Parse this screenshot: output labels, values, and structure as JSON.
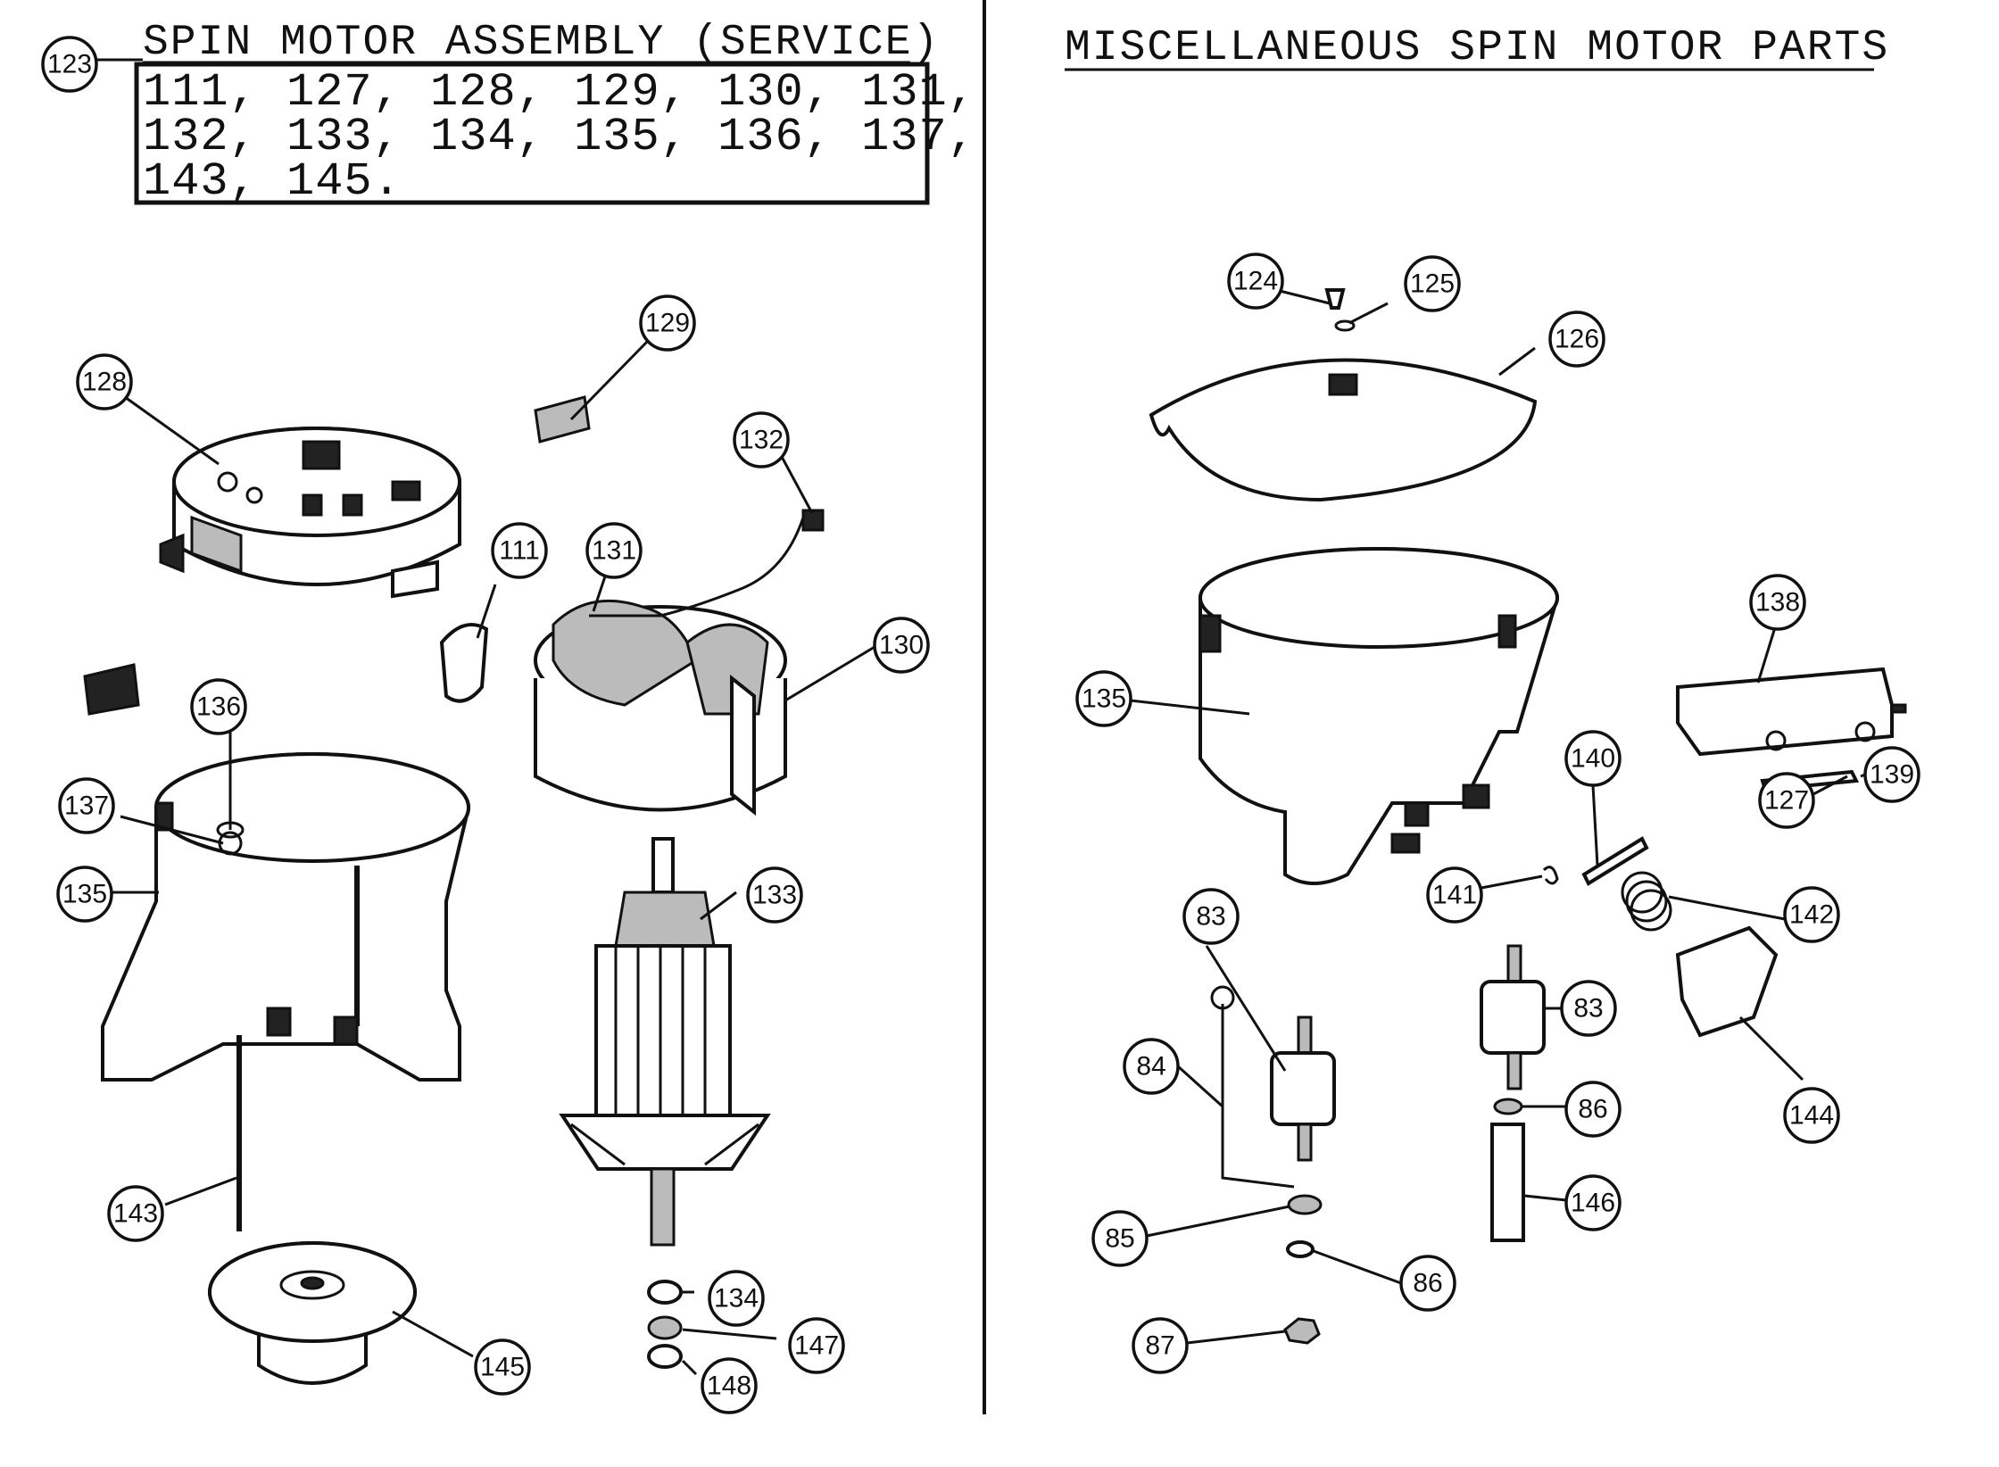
{
  "left_panel": {
    "assembly_number": "123",
    "title": "SPIN MOTOR ASSEMBLY (SERVICE)",
    "part_list_lines": [
      "111, 127, 128, 129, 130, 131,",
      "132, 133, 134, 135, 136, 137,",
      "143, 145."
    ]
  },
  "right_panel": {
    "title": "MISCELLANEOUS SPIN MOTOR PARTS"
  },
  "callouts_left": {
    "c128": "128",
    "c129": "129",
    "c132": "132",
    "c111": "111",
    "c131": "131",
    "c130": "130",
    "c136": "136",
    "c137": "137",
    "c135": "135",
    "c133": "133",
    "c143": "143",
    "c145": "145",
    "c134": "134",
    "c147": "147",
    "c148": "148"
  },
  "callouts_right": {
    "c124": "124",
    "c125": "125",
    "c126": "126",
    "c138": "138",
    "c135": "135",
    "c140": "140",
    "c127": "127",
    "c139": "139",
    "c141": "141",
    "c142": "142",
    "c83a": "83",
    "c83b": "83",
    "c84": "84",
    "c86a": "86",
    "c144": "144",
    "c146": "146",
    "c85": "85",
    "c86b": "86",
    "c87": "87"
  }
}
